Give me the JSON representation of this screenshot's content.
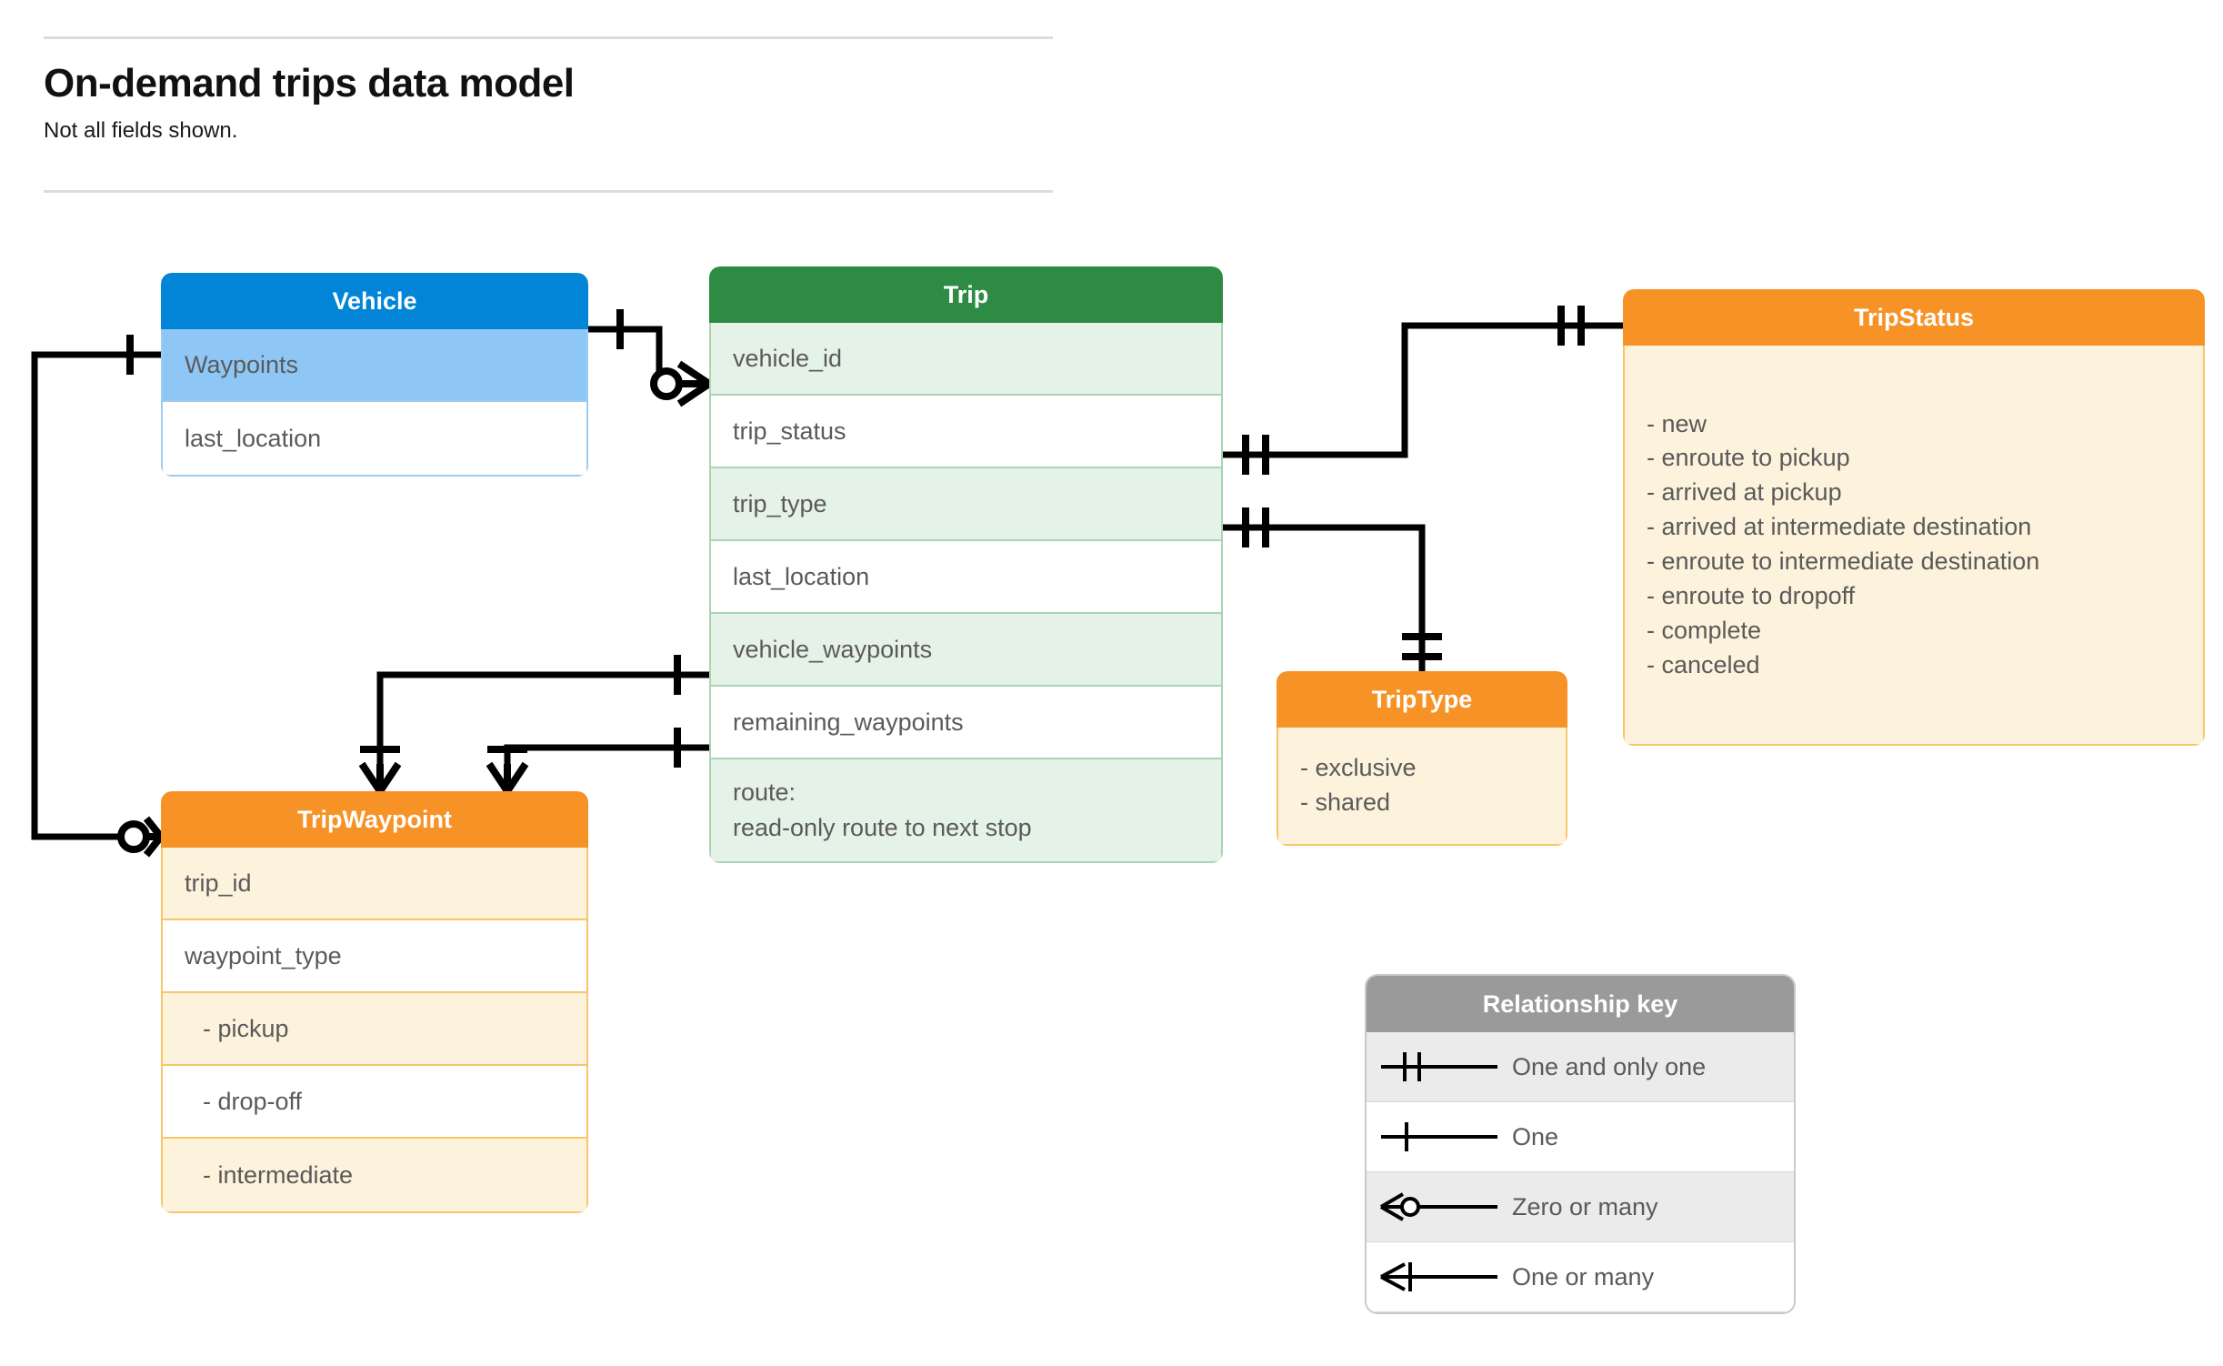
{
  "header": {
    "title": "On-demand trips data model",
    "subtitle": "Not all fields shown."
  },
  "entities": {
    "vehicle": {
      "name": "Vehicle",
      "color": "#0285D6",
      "fields": [
        "Waypoints",
        "last_location"
      ]
    },
    "trip": {
      "name": "Trip",
      "color": "#2E8B43",
      "fields": [
        "vehicle_id",
        "trip_status",
        "trip_type",
        "last_location",
        "vehicle_waypoints",
        "remaining_waypoints"
      ],
      "route_label": "route:",
      "route_note": "read-only route to next stop"
    },
    "trip_waypoint": {
      "name": "TripWaypoint",
      "color": "#F79226",
      "fields": [
        "trip_id",
        "waypoint_type"
      ],
      "waypoint_types": [
        "-  pickup",
        "-  drop-off",
        "-  intermediate"
      ]
    },
    "trip_status": {
      "name": "TripStatus",
      "color": "#F79226",
      "values": [
        "- new",
        "- enroute to pickup",
        "- arrived at pickup",
        "- arrived at intermediate destination",
        "- enroute to intermediate destination",
        "- enroute to dropoff",
        "- complete",
        "- canceled"
      ]
    },
    "trip_type": {
      "name": "TripType",
      "color": "#F79226",
      "values": [
        "- exclusive",
        "- shared"
      ]
    }
  },
  "legend": {
    "title": "Relationship key",
    "rows": [
      {
        "symbol": "one-and-only-one",
        "label": "One and only one"
      },
      {
        "symbol": "one",
        "label": "One"
      },
      {
        "symbol": "zero-or-many",
        "label": "Zero or many"
      },
      {
        "symbol": "one-or-many",
        "label": "One or many"
      }
    ]
  },
  "relationships": [
    {
      "from": "Vehicle.Waypoints",
      "to": "Trip.vehicle_id",
      "from_card": "one",
      "to_card": "zero-or-many"
    },
    {
      "from": "Vehicle.Waypoints",
      "to": "TripWaypoint",
      "from_card": "one",
      "to_card": "zero-or-many"
    },
    {
      "from": "Trip.trip_status",
      "to": "TripStatus",
      "from_card": "one-and-only-one",
      "to_card": "one-and-only-one"
    },
    {
      "from": "Trip.trip_type",
      "to": "TripType",
      "from_card": "one-and-only-one",
      "to_card": "one-and-only-one"
    },
    {
      "from": "Trip.vehicle_waypoints",
      "to": "TripWaypoint",
      "from_card": "one",
      "to_card": "one-or-many"
    },
    {
      "from": "Trip.remaining_waypoints",
      "to": "TripWaypoint",
      "from_card": "one",
      "to_card": "one-or-many"
    }
  ]
}
